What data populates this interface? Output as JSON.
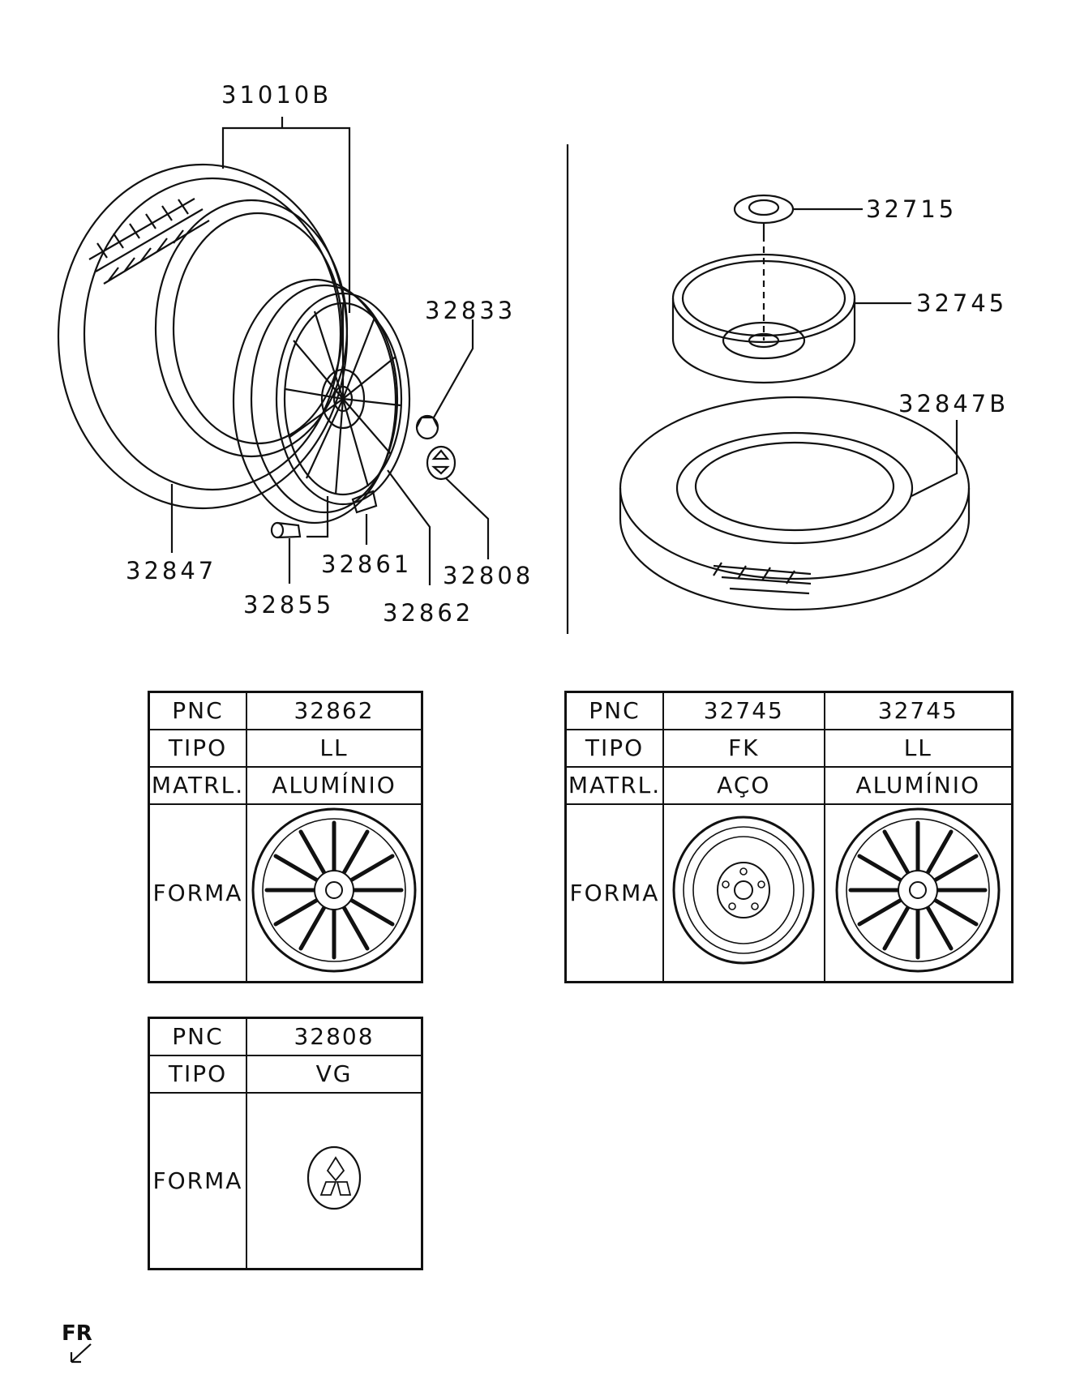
{
  "diagram": {
    "callouts": {
      "c31010B": "31010B",
      "c32847": "32847",
      "c32833": "32833",
      "c32855": "32855",
      "c32861": "32861",
      "c32808": "32808",
      "c32862": "32862",
      "c32715": "32715",
      "c32745": "32745",
      "c32847B": "32847B"
    },
    "orientation_label": "FR"
  },
  "table_wheel": {
    "rows": [
      "PNC",
      "TIPO",
      "MATRL.",
      "FORMA"
    ],
    "columns": [
      {
        "pnc": "32862",
        "tipo": "LL",
        "matrl": "ALUMÍNIO",
        "forma_icon": "alloy-wheel-icon"
      }
    ]
  },
  "table_spare": {
    "rows": [
      "PNC",
      "TIPO",
      "MATRL.",
      "FORMA"
    ],
    "columns": [
      {
        "pnc": "32745",
        "tipo": "FK",
        "matrl": "AÇO",
        "forma_icon": "steel-wheel-icon"
      },
      {
        "pnc": "32745",
        "tipo": "LL",
        "matrl": "ALUMÍNIO",
        "forma_icon": "alloy-wheel-icon"
      }
    ]
  },
  "table_cap": {
    "rows": [
      "PNC",
      "TIPO",
      "FORMA"
    ],
    "columns": [
      {
        "pnc": "32808",
        "tipo": "VG",
        "forma_icon": "center-cap-icon"
      }
    ]
  }
}
